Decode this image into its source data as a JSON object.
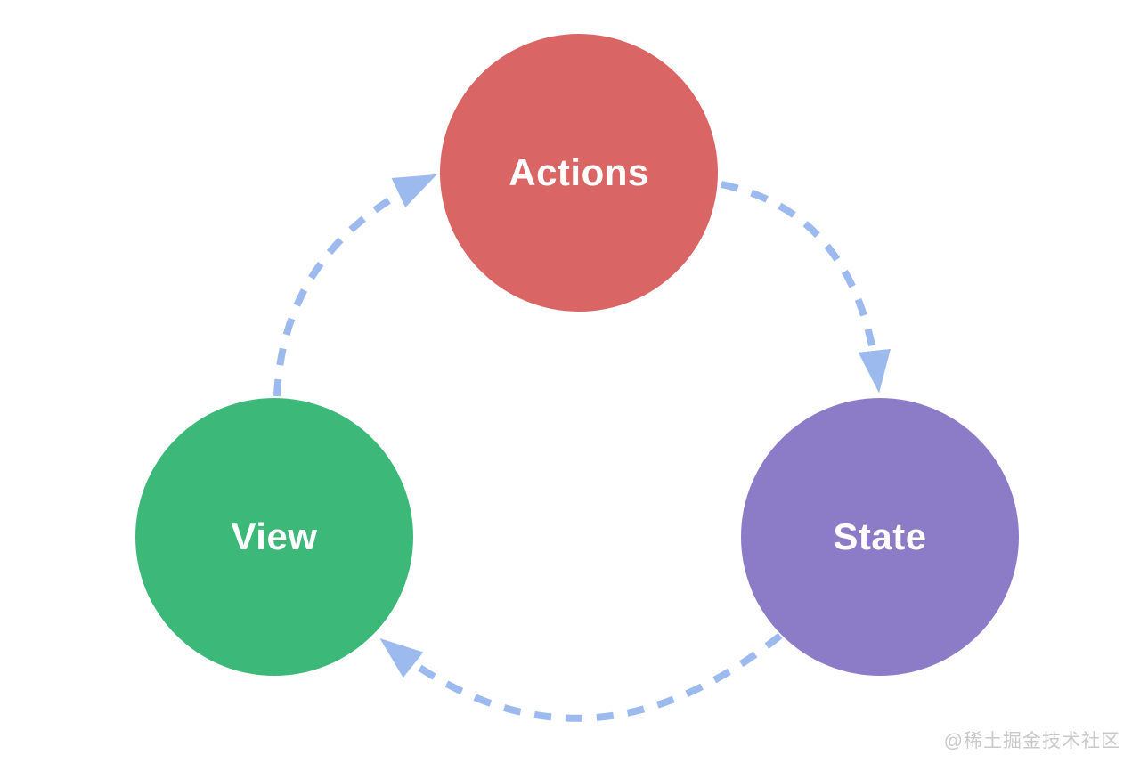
{
  "diagram": {
    "arrow_color": "#9dbaee",
    "nodes": [
      {
        "id": "actions",
        "label": "Actions",
        "color": "#d96565"
      },
      {
        "id": "view",
        "label": "View",
        "color": "#3cb878"
      },
      {
        "id": "state",
        "label": "State",
        "color": "#8c7cc8"
      }
    ],
    "edges": [
      {
        "from": "view",
        "to": "actions"
      },
      {
        "from": "actions",
        "to": "state"
      },
      {
        "from": "state",
        "to": "view"
      }
    ]
  },
  "watermark": {
    "text": "@稀土掘金技术社区",
    "color": "#c9c9c9"
  }
}
